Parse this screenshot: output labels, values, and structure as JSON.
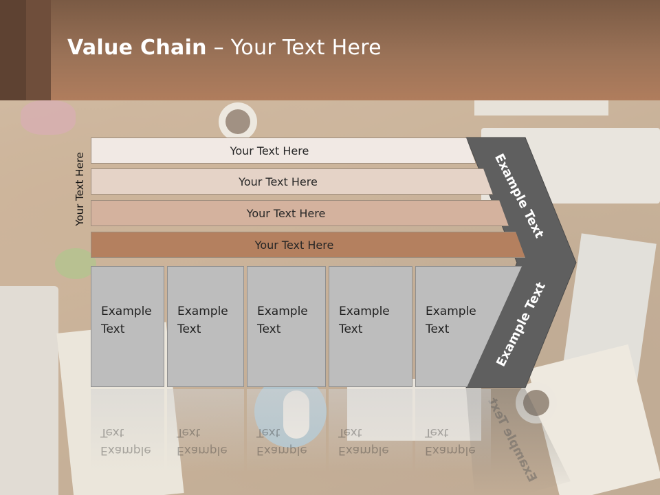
{
  "slide": {
    "title_bold": "Value Chain",
    "title_rest": " – Your Text Here"
  },
  "diagram": {
    "side_label": "Your Text Here",
    "bars": [
      {
        "label": "Your Text Here",
        "color": "#f1e9e4"
      },
      {
        "label": "Your Text Here",
        "color": "#e5d3c7"
      },
      {
        "label": "Your Text Here",
        "color": "#d4b29e"
      },
      {
        "label": "Your Text Here",
        "color": "#b4805f"
      }
    ],
    "boxes": [
      {
        "line1": "Example",
        "line2": "Text"
      },
      {
        "line1": "Example",
        "line2": "Text"
      },
      {
        "line1": "Example",
        "line2": "Text"
      },
      {
        "line1": "Example",
        "line2": "Text"
      },
      {
        "line1": "Example",
        "line2": "Text"
      }
    ],
    "chevron": {
      "top_label": "Example Text",
      "bottom_label": "Example Text",
      "color": "#5f5f5f"
    }
  },
  "colors": {
    "header": "#9a7257",
    "box": "#bdbdbd"
  }
}
